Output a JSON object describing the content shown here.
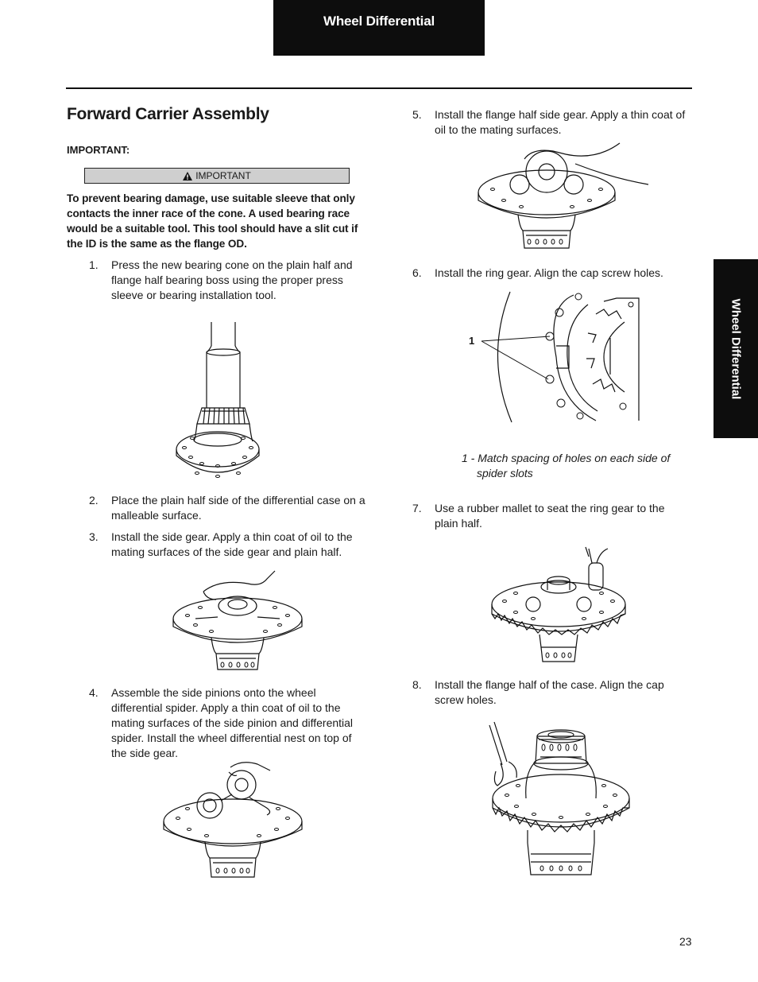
{
  "header": {
    "tab_label": "Wheel Differential"
  },
  "side_tab": {
    "label": "Wheel Differential"
  },
  "section": {
    "title": "Forward Carrier Assembly",
    "important_heading": "IMPORTANT:",
    "important_box_label": "IMPORTANT",
    "warning_text": "To prevent bearing damage, use suitable sleeve that only contacts the inner race of the cone. A used bearing race would be a suitable tool. This tool should have a slit cut if the ID is the same as the flange OD."
  },
  "steps": [
    {
      "number": "1.",
      "text": "Press the new bearing cone on the plain half and flange half bearing boss using the proper press sleeve or bearing installation tool."
    },
    {
      "number": "2.",
      "text": "Place the plain half side of the differential case on a malleable surface."
    },
    {
      "number": "3.",
      "text": "Install the side gear. Apply a thin coat of oil to the mating surfaces of the side gear and plain half."
    },
    {
      "number": "4.",
      "text": "Assemble the side pinions onto the wheel differential spider. Apply a thin coat of oil to the mating surfaces of the side pinion and differential spider. Install the wheel differential nest on top of the side gear."
    },
    {
      "number": "5.",
      "text": "Install the flange half side gear. Apply a thin coat of oil to the mating surfaces."
    },
    {
      "number": "6.",
      "text": "Install the ring gear. Align the cap screw holes."
    },
    {
      "number": "7.",
      "text": "Use a rubber mallet to seat the ring gear to the plain half."
    },
    {
      "number": "8.",
      "text": "Install the flange half of the case. Align the cap screw holes."
    }
  ],
  "figure_6": {
    "callout": "1",
    "caption_line1": "1 - Match spacing of holes on each side of",
    "caption_line2": "spider slots"
  },
  "footer": {
    "page_number": "23"
  }
}
